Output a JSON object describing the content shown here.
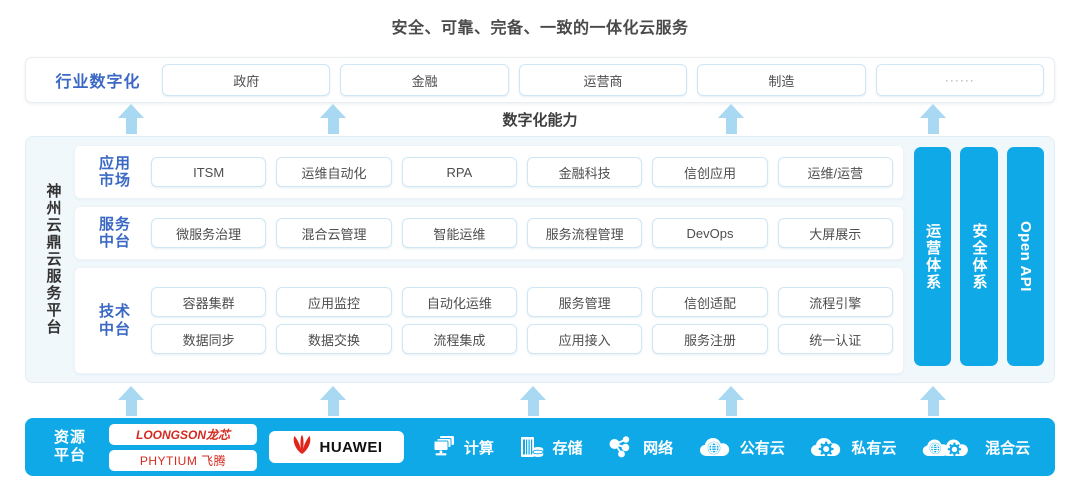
{
  "title": "安全、可靠、完备、一致的一体化云服务",
  "capability_label": "数字化能力",
  "industry": {
    "label": "行业数字化",
    "cells": [
      "政府",
      "金融",
      "运营商",
      "制造",
      "······"
    ]
  },
  "platform": {
    "label": "神州云鼎云服务平台",
    "rows": [
      {
        "label_line1": "应用",
        "label_line2": "市场",
        "cells": [
          [
            "ITSM",
            "运维自动化",
            "RPA",
            "金融科技",
            "信创应用",
            "运维/运营"
          ]
        ]
      },
      {
        "label_line1": "服务",
        "label_line2": "中台",
        "cells": [
          [
            "微服务治理",
            "混合云管理",
            "智能运维",
            "服务流程管理",
            "DevOps",
            "大屏展示"
          ]
        ]
      },
      {
        "label_line1": "技术",
        "label_line2": "中台",
        "cells": [
          [
            "容器集群",
            "应用监控",
            "自动化运维",
            "服务管理",
            "信创适配",
            "流程引擎"
          ],
          [
            "数据同步",
            "数据交换",
            "流程集成",
            "应用接入",
            "服务注册",
            "统一认证"
          ]
        ]
      }
    ],
    "vertical_bars": [
      "运营体系",
      "安全体系",
      "Open API"
    ]
  },
  "resource": {
    "label_line1": "资源",
    "label_line2": "平台",
    "chips": [
      "LOONGSON龙芯",
      "PHYTIUM 飞腾"
    ],
    "huawei_label": "HUAWEI",
    "items": [
      {
        "icon": "compute-icon",
        "label": "计算"
      },
      {
        "icon": "storage-icon",
        "label": "存储"
      },
      {
        "icon": "network-icon",
        "label": "网络"
      },
      {
        "icon": "public-cloud-icon",
        "label": "公有云"
      },
      {
        "icon": "private-cloud-icon",
        "label": "私有云"
      },
      {
        "icon": "hybrid-cloud-icon",
        "label": "混合云"
      }
    ]
  },
  "colors": {
    "accent_blue": "#10a9e8",
    "label_blue": "#3b68c4",
    "arrow_blue": "#a8d8f2",
    "panel_bg": "#f1f8fc",
    "logo_red": "#d42a20"
  },
  "arrows": {
    "top_x": [
      118,
      320,
      718,
      920
    ],
    "bottom_x": [
      118,
      320,
      520,
      718,
      920
    ]
  }
}
